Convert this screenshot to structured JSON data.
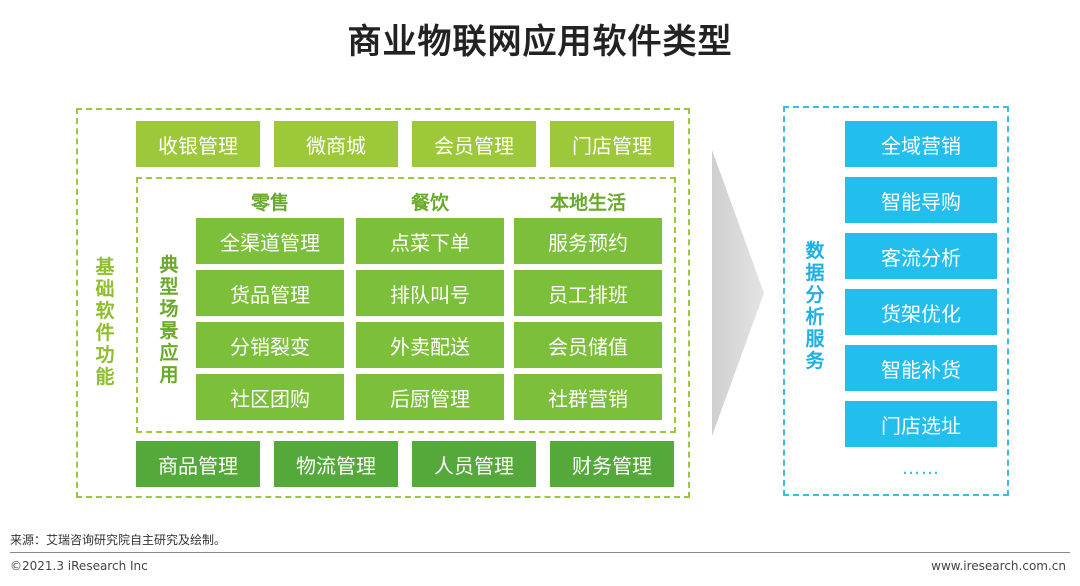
{
  "title": "商业物联网应用软件类型",
  "base_label": "基础软件功能",
  "scene_label": "典型场景应用",
  "data_label": "数据分析服务",
  "top_functions": [
    "收银管理",
    "微商城",
    "会员管理",
    "门店管理"
  ],
  "bottom_functions": [
    "商品管理",
    "物流管理",
    "人员管理",
    "财务管理"
  ],
  "scenes": [
    {
      "name": "零售",
      "items": [
        "全渠道管理",
        "货品管理",
        "分销裂变",
        "社区团购"
      ]
    },
    {
      "name": "餐饮",
      "items": [
        "点菜下单",
        "排队叫号",
        "外卖配送",
        "后厨管理"
      ]
    },
    {
      "name": "本地生活",
      "items": [
        "服务预约",
        "员工排班",
        "会员储值",
        "社群营销"
      ]
    }
  ],
  "data_services": [
    "全域营销",
    "智能导购",
    "客流分析",
    "货架优化",
    "智能补货",
    "门店选址"
  ],
  "ellipsis": "……",
  "footer": {
    "source": "来源：艾瑞咨询研究院自主研究及绘制。",
    "copyright": "©2021.3 iResearch Inc",
    "website": "www.iresearch.com.cn"
  },
  "colors": {
    "lime": "#9cc83a",
    "green": "#7cbf3a",
    "dark_green": "#55a93b",
    "blue": "#22bfee"
  }
}
